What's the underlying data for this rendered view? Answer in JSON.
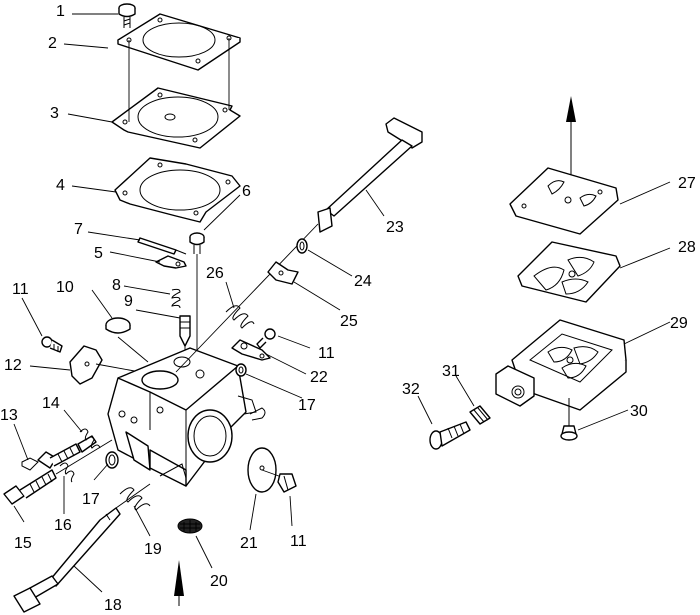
{
  "callouts": {
    "c1": "1",
    "c2": "2",
    "c3": "3",
    "c4": "4",
    "c5": "5",
    "c6": "6",
    "c7": "7",
    "c8": "8",
    "c9": "9",
    "c10": "10",
    "c11a": "11",
    "c11b": "11",
    "c11c": "11",
    "c12": "12",
    "c13": "13",
    "c14": "14",
    "c15": "15",
    "c16": "16",
    "c17a": "17",
    "c17b": "17",
    "c18": "18",
    "c19": "19",
    "c20": "20",
    "c21": "21",
    "c22": "22",
    "c23": "23",
    "c24": "24",
    "c25": "25",
    "c26": "26",
    "c27": "27",
    "c28": "28",
    "c29": "29",
    "c30": "30",
    "c31": "31",
    "c32": "32"
  }
}
